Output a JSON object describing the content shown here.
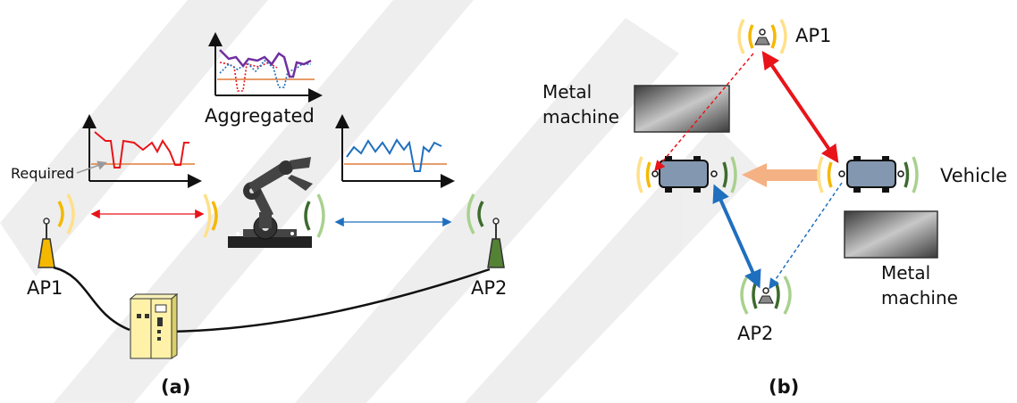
{
  "panel_a": {
    "caption": "(a)",
    "ap1_label": "AP1",
    "ap2_label": "AP2",
    "required_label": "Required",
    "aggregated_label": "Aggregated"
  },
  "panel_b": {
    "caption": "(b)",
    "ap1_label": "AP1",
    "ap2_label": "AP2",
    "vehicle_label": "Vehicle",
    "metal_top": [
      "Metal",
      "machine"
    ],
    "metal_bottom": [
      "Metal",
      "machine"
    ]
  },
  "colors": {
    "ap1": "#f5b800",
    "ap1_light": "#ffe08a",
    "ap2": "#3d6b2e",
    "ap2_light": "#a9d18e",
    "link_red": "#e8141a",
    "link_blue": "#1f6fbf",
    "move_arrow": "#f4b183",
    "vehicle": "#8497b0",
    "watermark": "#e6e6e6"
  },
  "icons": [
    "router-antenna-icon",
    "robot-arm-icon",
    "controller-cabinet-icon",
    "vehicle-icon",
    "access-point-icon",
    "metal-machine-icon",
    "signal-wave-icon"
  ]
}
